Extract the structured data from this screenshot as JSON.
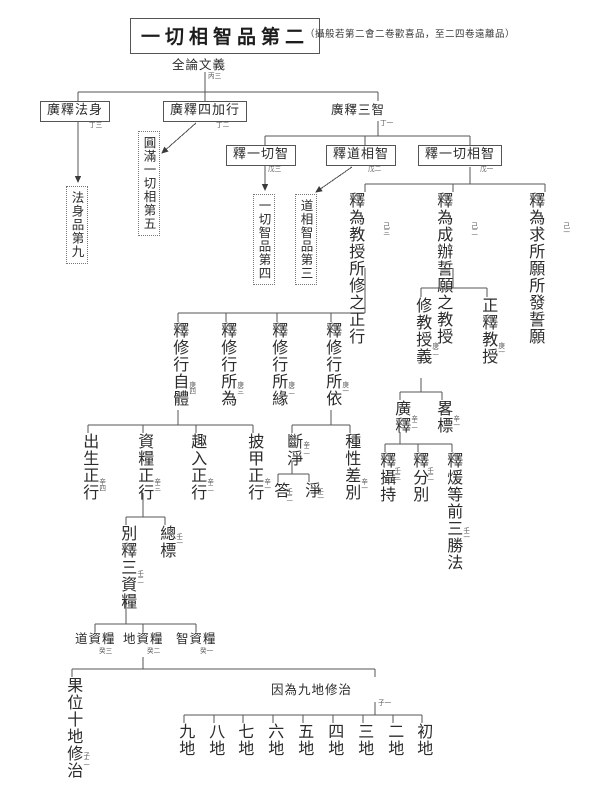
{
  "document": {
    "title": "一切相智品第二",
    "subtitle": "（攝般若第二會二卷歡喜品，至二四卷遠離品）"
  },
  "nodes": {
    "root": {
      "label": "全論文義",
      "tag": "丙三"
    },
    "faShen": {
      "label": "廣釋法身",
      "tag": "丁三"
    },
    "sijiaxing": {
      "label": "廣釋四加行",
      "tag": "丁二"
    },
    "sanzhi": {
      "label": "廣釋三智",
      "tag": "丁一"
    },
    "yiqiezhi": {
      "label": "釋一切智",
      "tag": "戊三"
    },
    "daoxiangzhi": {
      "label": "釋道相智",
      "tag": "戊二"
    },
    "yiqiexiangzhi": {
      "label": "釋一切相智",
      "tag": "戊一"
    },
    "pin_fashen": {
      "label": "法身品第九"
    },
    "pin_yuanman": {
      "label": "圓滿一切相第五"
    },
    "pin_yiqiezhi": {
      "label": "一切智品第四"
    },
    "pin_daoxiang": {
      "label": "道相智品第三"
    },
    "ji3": {
      "label": "釋為教授所修之正行",
      "tag": "己三"
    },
    "ji2": {
      "label": "釋為成辦誓願之教授",
      "tag": "己二"
    },
    "ji1": {
      "label": "釋為求所願所發誓願",
      "tag": "己一"
    },
    "geng4": {
      "label": "釋修行自體",
      "tag": "庚四"
    },
    "geng3": {
      "label": "釋修行所為",
      "tag": "庚三"
    },
    "geng2": {
      "label": "釋修行所緣",
      "tag": "庚二"
    },
    "geng1": {
      "label": "釋修行所依",
      "tag": "庚一"
    },
    "xiujiaoshouyi": {
      "label": "修教授義",
      "tag": "庚二"
    },
    "zhengshijiaoshou": {
      "label": "正釋教授",
      "tag": "庚一"
    },
    "guangshi": {
      "label": "廣釋",
      "tag": "辛二"
    },
    "lvebiao": {
      "label": "畧標",
      "tag": "辛一"
    },
    "chusheng": {
      "label": "出生正行",
      "tag": "辛四"
    },
    "ziliang": {
      "label": "資糧正行",
      "tag": "辛三"
    },
    "quru": {
      "label": "趣入正行",
      "tag": "辛二"
    },
    "pijia": {
      "label": "披甲正行",
      "tag": "辛一"
    },
    "duanjing": {
      "label": "斷淨",
      "tag": "辛二"
    },
    "zhongxing": {
      "label": "種性差別",
      "tag": "辛一"
    },
    "da": {
      "label": "答",
      "tag": "壬二"
    },
    "jing": {
      "label": "淨",
      "tag": "壬一"
    },
    "biexi": {
      "label": "別釋三資糧",
      "tag": "壬二"
    },
    "zongbiao": {
      "label": "總標",
      "tag": "壬一"
    },
    "shesh": {
      "label": "釋攝持",
      "tag": "壬三"
    },
    "shifenbie": {
      "label": "釋分別",
      "tag": "壬二"
    },
    "shinuan": {
      "label": "釋煖等前三勝法",
      "tag": "壬一"
    },
    "daoziliang": {
      "label": "道資糧",
      "tag": "癸三"
    },
    "diziliang": {
      "label": "地資糧",
      "tag": "癸二"
    },
    "zhiziliang": {
      "label": "智資糧",
      "tag": "癸一"
    },
    "guowei": {
      "label": "果位十地修治",
      "tag": "子二"
    },
    "yinwei": {
      "label": "因為九地修治",
      "tag": "子一"
    }
  },
  "grounds": [
    {
      "label": "九地"
    },
    {
      "label": "八地"
    },
    {
      "label": "七地"
    },
    {
      "label": "六地"
    },
    {
      "label": "五地"
    },
    {
      "label": "四地"
    },
    {
      "label": "三地"
    },
    {
      "label": "二地"
    },
    {
      "label": "初地"
    }
  ],
  "colors": {
    "ink": "#2b2b2b",
    "line": "#555555",
    "tag": "#5a5a5a",
    "dotted_border": "#777777",
    "background": "#ffffff"
  },
  "chart_data": {
    "type": "diagram",
    "title": "一切相智品第二 科判表",
    "orientation": "top-down tree, vertical CJK leaf text",
    "levels": [
      "丙",
      "丁",
      "戊",
      "己",
      "庚",
      "辛",
      "壬",
      "癸",
      "子"
    ]
  }
}
